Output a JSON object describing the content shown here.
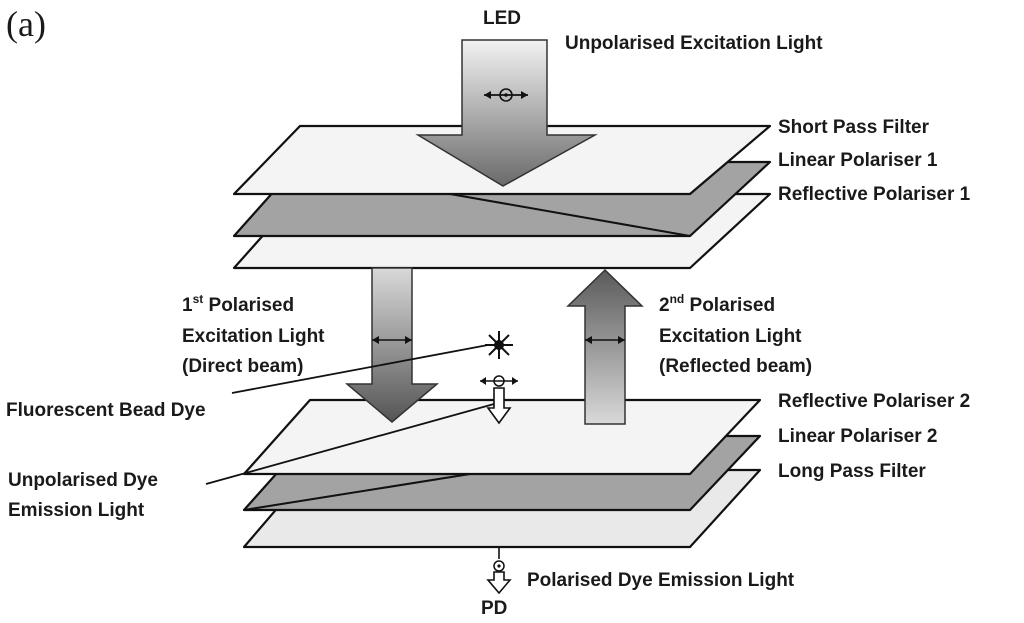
{
  "panel_tag": "(a)",
  "source_label": "LED",
  "detector_label": "PD",
  "excitation_label": "Unpolarised Excitation Light",
  "top_stack": {
    "layer1": "Short Pass Filter",
    "layer2": "Linear Polariser 1",
    "layer3": "Reflective Polariser 1"
  },
  "bottom_stack": {
    "layer1": "Reflective Polariser 2",
    "layer2": "Linear Polariser 2",
    "layer3": "Long Pass Filter"
  },
  "direct_beam": {
    "ordinal": "1",
    "ordinal_suffix": "st",
    "line1_rest": " Polarised",
    "line2": "Excitation Light",
    "line3": "(Direct beam)"
  },
  "reflected_beam": {
    "ordinal": "2",
    "ordinal_suffix": "nd",
    "line1_rest": " Polarised",
    "line2": "Excitation Light",
    "line3": "(Reflected beam)"
  },
  "bead_label": "Fluorescent Bead Dye",
  "dye_emission": {
    "line1": "Unpolarised Dye",
    "line2": "Emission Light"
  },
  "output_label": "Polarised Dye Emission Light"
}
